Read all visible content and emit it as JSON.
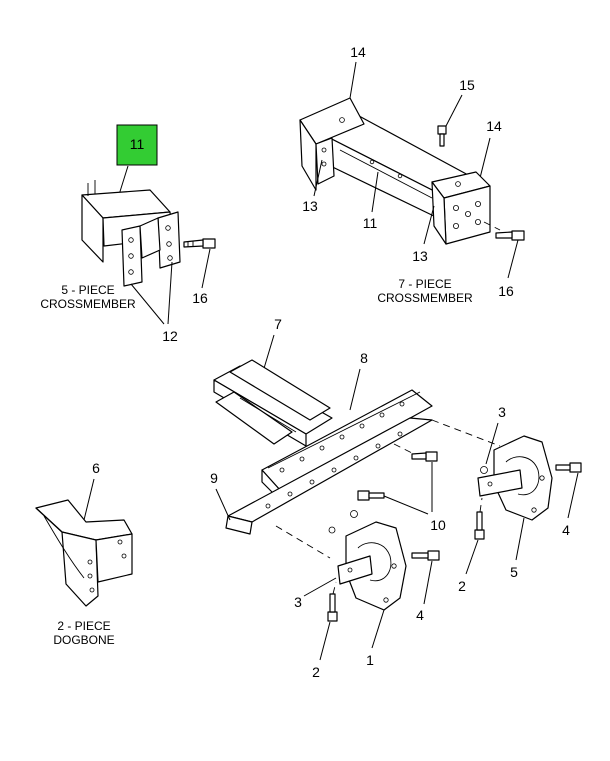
{
  "callouts": {
    "c1": "1",
    "c2a": "2",
    "c2b": "2",
    "c3a": "3",
    "c3b": "3",
    "c4a": "4",
    "c4b": "4",
    "c5": "5",
    "c6": "6",
    "c7": "7",
    "c8": "8",
    "c9": "9",
    "c10": "10",
    "c11a": "11",
    "c11b": "11",
    "c12": "12",
    "c13a": "13",
    "c13b": "13",
    "c14a": "14",
    "c14b": "14",
    "c15": "15",
    "c16a": "16",
    "c16b": "16"
  },
  "captions": {
    "five_piece_1": "5 - PIECE",
    "five_piece_2": "CROSSMEMBER",
    "seven_piece_1": "7 - PIECE",
    "seven_piece_2": "CROSSMEMBER",
    "two_piece_1": "2 - PIECE",
    "two_piece_2": "DOGBONE"
  },
  "colors": {
    "highlight": "#33cc33"
  }
}
